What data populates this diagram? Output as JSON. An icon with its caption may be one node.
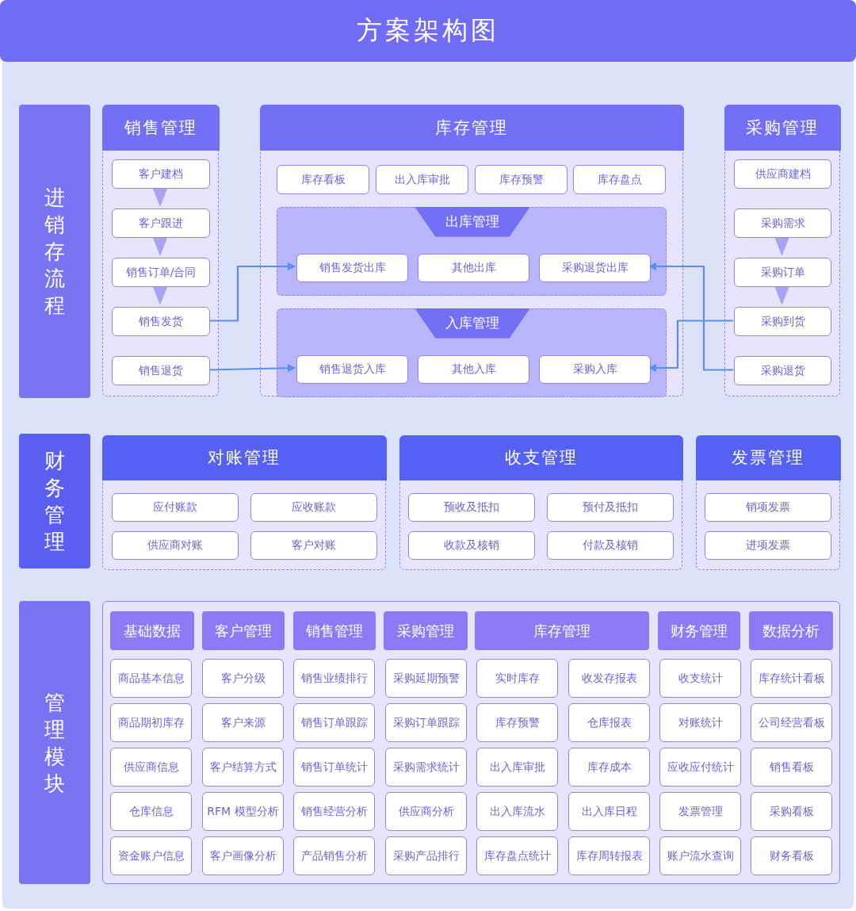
{
  "diagram": {
    "title": "方案架构图",
    "nodes": [
      {
        "text": [
          "进销存流程"
        ]
      },
      {
        "text": [
          "销售管理"
        ]
      },
      {
        "text": [
          "客户建档"
        ],
        "in": 1
      },
      {
        "text": [
          "客户跟进"
        ],
        "in": 1
      },
      {
        "text": [
          "销售订单/合同"
        ],
        "in": 1
      },
      {
        "text": [
          "销售发货"
        ],
        "in": 1
      },
      {
        "text": [
          "销售退货"
        ],
        "in": 1
      },
      {
        "text": [
          "库存管理"
        ]
      },
      {
        "text": [
          "库存看板"
        ],
        "in": 7
      },
      {
        "text": [
          "出入库审批"
        ],
        "in": 7
      },
      {
        "text": [
          "库存预警"
        ],
        "in": 7
      },
      {
        "text": [
          "库存盘点"
        ],
        "in": 7
      },
      {
        "text": [
          "出库管理"
        ],
        "in": 7
      },
      {
        "text": [
          "销售发货出库"
        ],
        "in": 12
      },
      {
        "text": [
          "其他出库"
        ],
        "in": 12
      },
      {
        "text": [
          "采购退货出库"
        ],
        "in": 12
      },
      {
        "text": [
          "入库管理"
        ],
        "in": 7
      },
      {
        "text": [
          "销售退货入库"
        ],
        "in": 16
      },
      {
        "text": [
          "其他入库"
        ],
        "in": 16
      },
      {
        "text": [
          "采购入库"
        ],
        "in": 16
      },
      {
        "text": [
          "采购管理"
        ]
      },
      {
        "text": [
          "供应商建档"
        ],
        "in": 20
      },
      {
        "text": [
          "采购需求"
        ],
        "in": 20
      },
      {
        "text": [
          "采购订单"
        ],
        "in": 20
      },
      {
        "text": [
          "采购到货"
        ],
        "in": 20
      },
      {
        "text": [
          "采购退货"
        ],
        "in": 20
      },
      {
        "text": [
          "财务管理"
        ]
      },
      {
        "text": [
          "对账管理"
        ]
      },
      {
        "text": [
          "应付账款"
        ],
        "in": 27
      },
      {
        "text": [
          "应收账款"
        ],
        "in": 27
      },
      {
        "text": [
          "供应商对账"
        ],
        "in": 27
      },
      {
        "text": [
          "客户对账"
        ],
        "in": 27
      },
      {
        "text": [
          "收支管理"
        ]
      },
      {
        "text": [
          "预收及抵扣"
        ],
        "in": 32
      },
      {
        "text": [
          "预付及抵扣"
        ],
        "in": 32
      },
      {
        "text": [
          "收款及核销"
        ],
        "in": 32
      },
      {
        "text": [
          "付款及核销"
        ],
        "in": 32
      },
      {
        "text": [
          "发票管理"
        ]
      },
      {
        "text": [
          "销项发票"
        ],
        "in": 37
      },
      {
        "text": [
          "进项发票"
        ],
        "in": 37
      },
      {
        "text": [
          "管理模块"
        ]
      },
      {
        "text": [],
        "shape": "box"
      },
      {
        "text": [
          "基础数据"
        ],
        "in": 41
      },
      {
        "text": [
          "客户管理"
        ],
        "in": 41
      },
      {
        "text": [
          "销售管理"
        ],
        "in": 41
      },
      {
        "text": [
          "采购管理"
        ],
        "in": 41
      },
      {
        "text": [
          "库存管理"
        ],
        "in": 41
      },
      {
        "text": [
          "财务管理"
        ],
        "in": 41
      },
      {
        "text": [
          "数据分析"
        ],
        "in": 41
      },
      {
        "text": [
          "商品基本信息"
        ],
        "in": 41
      },
      {
        "text": [
          "客户分级"
        ],
        "in": 41
      },
      {
        "text": [
          "销售业绩排行"
        ],
        "in": 41
      },
      {
        "text": [
          "采购延期预警"
        ],
        "in": 41
      },
      {
        "text": [
          "实时库存"
        ],
        "in": 41
      },
      {
        "text": [
          "收发存报表"
        ],
        "in": 41
      },
      {
        "text": [
          "收支统计"
        ],
        "in": 41
      },
      {
        "text": [
          "库存统计看板"
        ],
        "in": 41
      },
      {
        "text": [
          "商品期初库存"
        ],
        "in": 41
      },
      {
        "text": [
          "客户来源"
        ],
        "in": 41
      },
      {
        "text": [
          "销售订单跟踪"
        ],
        "in": 41
      },
      {
        "text": [
          "采购订单跟踪"
        ],
        "in": 41
      },
      {
        "text": [
          "库存预警"
        ],
        "in": 41
      },
      {
        "text": [
          "仓库报表"
        ],
        "in": 41
      },
      {
        "text": [
          "对账统计"
        ],
        "in": 41
      },
      {
        "text": [
          "公司经营看板"
        ],
        "in": 41
      },
      {
        "text": [
          "供应商信息"
        ],
        "in": 41
      },
      {
        "text": [
          "客户结算方式"
        ],
        "in": 41
      },
      {
        "text": [
          "销售订单统计"
        ],
        "in": 41
      },
      {
        "text": [
          "采购需求统计"
        ],
        "in": 41
      },
      {
        "text": [
          "出入库审批"
        ],
        "in": 41
      },
      {
        "text": [
          "库存成本"
        ],
        "in": 41
      },
      {
        "text": [
          "应收应付统计"
        ],
        "in": 41
      },
      {
        "text": [
          "销售看板"
        ],
        "in": 41
      },
      {
        "text": [
          "仓库信息"
        ],
        "in": 41
      },
      {
        "text": [
          "RFM 模型分析"
        ],
        "in": 41
      },
      {
        "text": [
          "销售经营分析"
        ],
        "in": 41
      },
      {
        "text": [
          "供应商分析"
        ],
        "in": 41
      },
      {
        "text": [
          "出入库流水"
        ],
        "in": 41
      },
      {
        "text": [
          "出入库日程"
        ],
        "in": 41
      },
      {
        "text": [
          "发票管理"
        ],
        "in": 41
      },
      {
        "text": [
          "采购看板"
        ],
        "in": 41
      },
      {
        "text": [
          "资金账户信息"
        ],
        "in": 41
      },
      {
        "text": [
          "客户画像分析"
        ],
        "in": 41
      },
      {
        "text": [
          "产品销售分析"
        ],
        "in": 41
      },
      {
        "text": [
          "采购产品排行"
        ],
        "in": 41
      },
      {
        "text": [
          "库存盘点统计"
        ],
        "in": 41
      },
      {
        "text": [
          "库存周转报表"
        ],
        "in": 41
      },
      {
        "text": [
          "账户流水查询"
        ],
        "in": 41
      },
      {
        "text": [
          "财务看板"
        ],
        "in": 41
      }
    ],
    "edges": [
      {
        "from": 2,
        "to": 3,
        "arrow": "to"
      },
      {
        "from": 3,
        "to": 4,
        "arrow": "to"
      },
      {
        "from": 4,
        "to": 5,
        "arrow": "to"
      },
      {
        "from": 22,
        "to": 23,
        "arrow": "to"
      },
      {
        "from": 23,
        "to": 24,
        "arrow": "to"
      },
      {
        "from": 5,
        "to": 13,
        "arrow": "to"
      },
      {
        "from": 6,
        "to": 17,
        "arrow": "to"
      },
      {
        "from": 24,
        "to": 19,
        "arrow": "to"
      },
      {
        "from": 25,
        "to": 15,
        "arrow": "to"
      }
    ]
  }
}
